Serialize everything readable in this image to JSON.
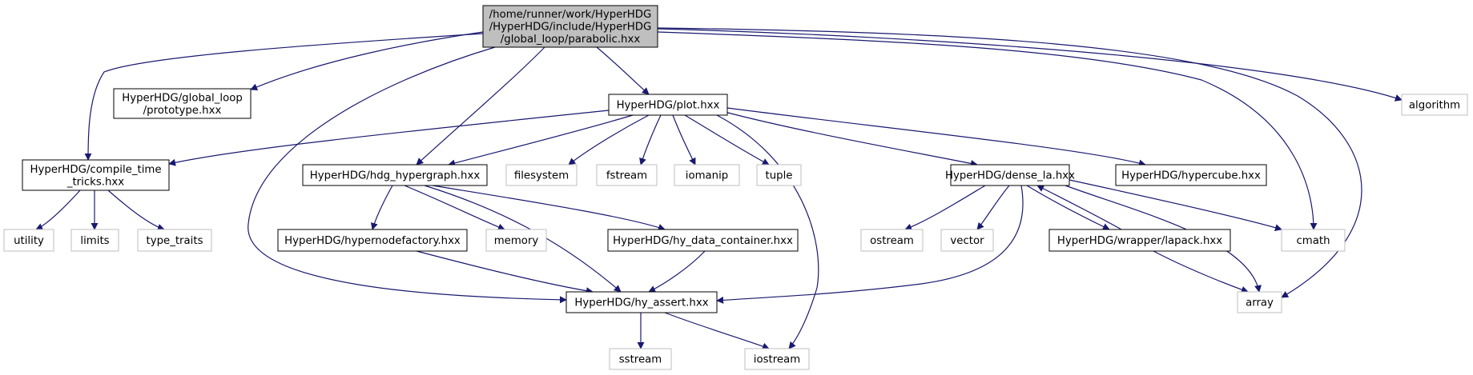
{
  "colors": {
    "edge": "#191970",
    "root_fill": "#bfbfbf",
    "root_border": "#000000",
    "local_border": "#000000",
    "external_border": "#bfbfbf",
    "external_text": "#000000",
    "background": "#ffffff"
  },
  "nodes": [
    {
      "id": "parabolic",
      "kind": "root",
      "lines": [
        "/home/runner/work/HyperHDG",
        "/HyperHDG/include/HyperHDG",
        "/global_loop/parabolic.hxx"
      ]
    },
    {
      "id": "prototype",
      "kind": "local",
      "lines": [
        "HyperHDG/global_loop",
        "/prototype.hxx"
      ]
    },
    {
      "id": "plot",
      "kind": "local",
      "lines": [
        "HyperHDG/plot.hxx"
      ]
    },
    {
      "id": "algorithm",
      "kind": "external",
      "lines": [
        "algorithm"
      ]
    },
    {
      "id": "compile",
      "kind": "local",
      "lines": [
        "HyperHDG/compile_time",
        "_tricks.hxx"
      ]
    },
    {
      "id": "hdg_hypergraph",
      "kind": "local",
      "lines": [
        "HyperHDG/hdg_hypergraph.hxx"
      ]
    },
    {
      "id": "filesystem",
      "kind": "external",
      "lines": [
        "filesystem"
      ]
    },
    {
      "id": "fstream",
      "kind": "external",
      "lines": [
        "fstream"
      ]
    },
    {
      "id": "iomanip",
      "kind": "external",
      "lines": [
        "iomanip"
      ]
    },
    {
      "id": "tuple",
      "kind": "external",
      "lines": [
        "tuple"
      ]
    },
    {
      "id": "dense_la",
      "kind": "local",
      "lines": [
        "HyperHDG/dense_la.hxx"
      ]
    },
    {
      "id": "hypercube",
      "kind": "local",
      "lines": [
        "HyperHDG/hypercube.hxx"
      ]
    },
    {
      "id": "utility",
      "kind": "external",
      "lines": [
        "utility"
      ]
    },
    {
      "id": "limits",
      "kind": "external",
      "lines": [
        "limits"
      ]
    },
    {
      "id": "type_traits",
      "kind": "external",
      "lines": [
        "type_traits"
      ]
    },
    {
      "id": "hypernodefactory",
      "kind": "local",
      "lines": [
        "HyperHDG/hypernodefactory.hxx"
      ]
    },
    {
      "id": "memory",
      "kind": "external",
      "lines": [
        "memory"
      ]
    },
    {
      "id": "hy_data_container",
      "kind": "local",
      "lines": [
        "HyperHDG/hy_data_container.hxx"
      ]
    },
    {
      "id": "ostream",
      "kind": "external",
      "lines": [
        "ostream"
      ]
    },
    {
      "id": "vector",
      "kind": "external",
      "lines": [
        "vector"
      ]
    },
    {
      "id": "lapack",
      "kind": "local",
      "lines": [
        "HyperHDG/wrapper/lapack.hxx"
      ]
    },
    {
      "id": "cmath",
      "kind": "external",
      "lines": [
        "cmath"
      ]
    },
    {
      "id": "hy_assert",
      "kind": "local",
      "lines": [
        "HyperHDG/hy_assert.hxx"
      ]
    },
    {
      "id": "array",
      "kind": "external",
      "lines": [
        "array"
      ]
    },
    {
      "id": "sstream",
      "kind": "external",
      "lines": [
        "sstream"
      ]
    },
    {
      "id": "iostream",
      "kind": "external",
      "lines": [
        "iostream"
      ]
    }
  ],
  "edges": [
    {
      "from": "parabolic",
      "to": "prototype"
    },
    {
      "from": "parabolic",
      "to": "plot"
    },
    {
      "from": "parabolic",
      "to": "algorithm"
    },
    {
      "from": "parabolic",
      "to": "compile"
    },
    {
      "from": "parabolic",
      "to": "hdg_hypergraph"
    },
    {
      "from": "parabolic",
      "to": "hy_assert"
    },
    {
      "from": "parabolic",
      "to": "cmath"
    },
    {
      "from": "parabolic",
      "to": "array"
    },
    {
      "from": "plot",
      "to": "compile"
    },
    {
      "from": "plot",
      "to": "hdg_hypergraph"
    },
    {
      "from": "plot",
      "to": "filesystem"
    },
    {
      "from": "plot",
      "to": "fstream"
    },
    {
      "from": "plot",
      "to": "iomanip"
    },
    {
      "from": "plot",
      "to": "tuple"
    },
    {
      "from": "plot",
      "to": "dense_la"
    },
    {
      "from": "plot",
      "to": "hypercube"
    },
    {
      "from": "plot",
      "to": "iostream"
    },
    {
      "from": "compile",
      "to": "utility"
    },
    {
      "from": "compile",
      "to": "limits"
    },
    {
      "from": "compile",
      "to": "type_traits"
    },
    {
      "from": "hdg_hypergraph",
      "to": "hypernodefactory"
    },
    {
      "from": "hdg_hypergraph",
      "to": "memory"
    },
    {
      "from": "hdg_hypergraph",
      "to": "hy_data_container"
    },
    {
      "from": "hdg_hypergraph",
      "to": "hy_assert"
    },
    {
      "from": "hypernodefactory",
      "to": "hy_assert"
    },
    {
      "from": "hy_data_container",
      "to": "hy_assert"
    },
    {
      "from": "dense_la",
      "to": "ostream"
    },
    {
      "from": "dense_la",
      "to": "vector"
    },
    {
      "from": "dense_la",
      "to": "lapack"
    },
    {
      "from": "dense_la",
      "to": "cmath"
    },
    {
      "from": "dense_la",
      "to": "array"
    },
    {
      "from": "dense_la",
      "to": "hy_assert"
    },
    {
      "from": "lapack",
      "to": "dense_la"
    },
    {
      "from": "lapack",
      "to": "array"
    },
    {
      "from": "hy_assert",
      "to": "sstream"
    },
    {
      "from": "hy_assert",
      "to": "iostream"
    }
  ]
}
